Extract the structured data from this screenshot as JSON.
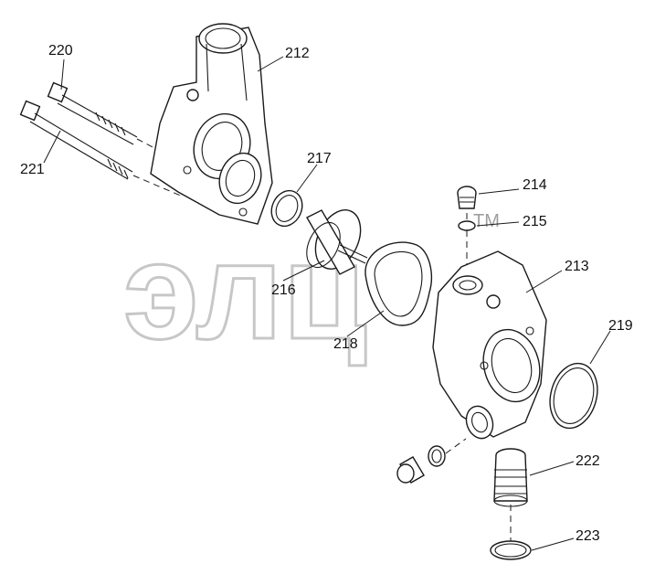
{
  "diagram": {
    "watermark": "элц",
    "trademark": "TM",
    "callouts": [
      {
        "id": "220",
        "text": "220"
      },
      {
        "id": "221",
        "text": "221"
      },
      {
        "id": "212",
        "text": "212"
      },
      {
        "id": "217",
        "text": "217"
      },
      {
        "id": "216",
        "text": "216"
      },
      {
        "id": "214",
        "text": "214"
      },
      {
        "id": "215",
        "text": "215"
      },
      {
        "id": "213",
        "text": "213"
      },
      {
        "id": "218",
        "text": "218"
      },
      {
        "id": "219",
        "text": "219"
      },
      {
        "id": "222",
        "text": "222"
      },
      {
        "id": "223",
        "text": "223"
      }
    ]
  }
}
